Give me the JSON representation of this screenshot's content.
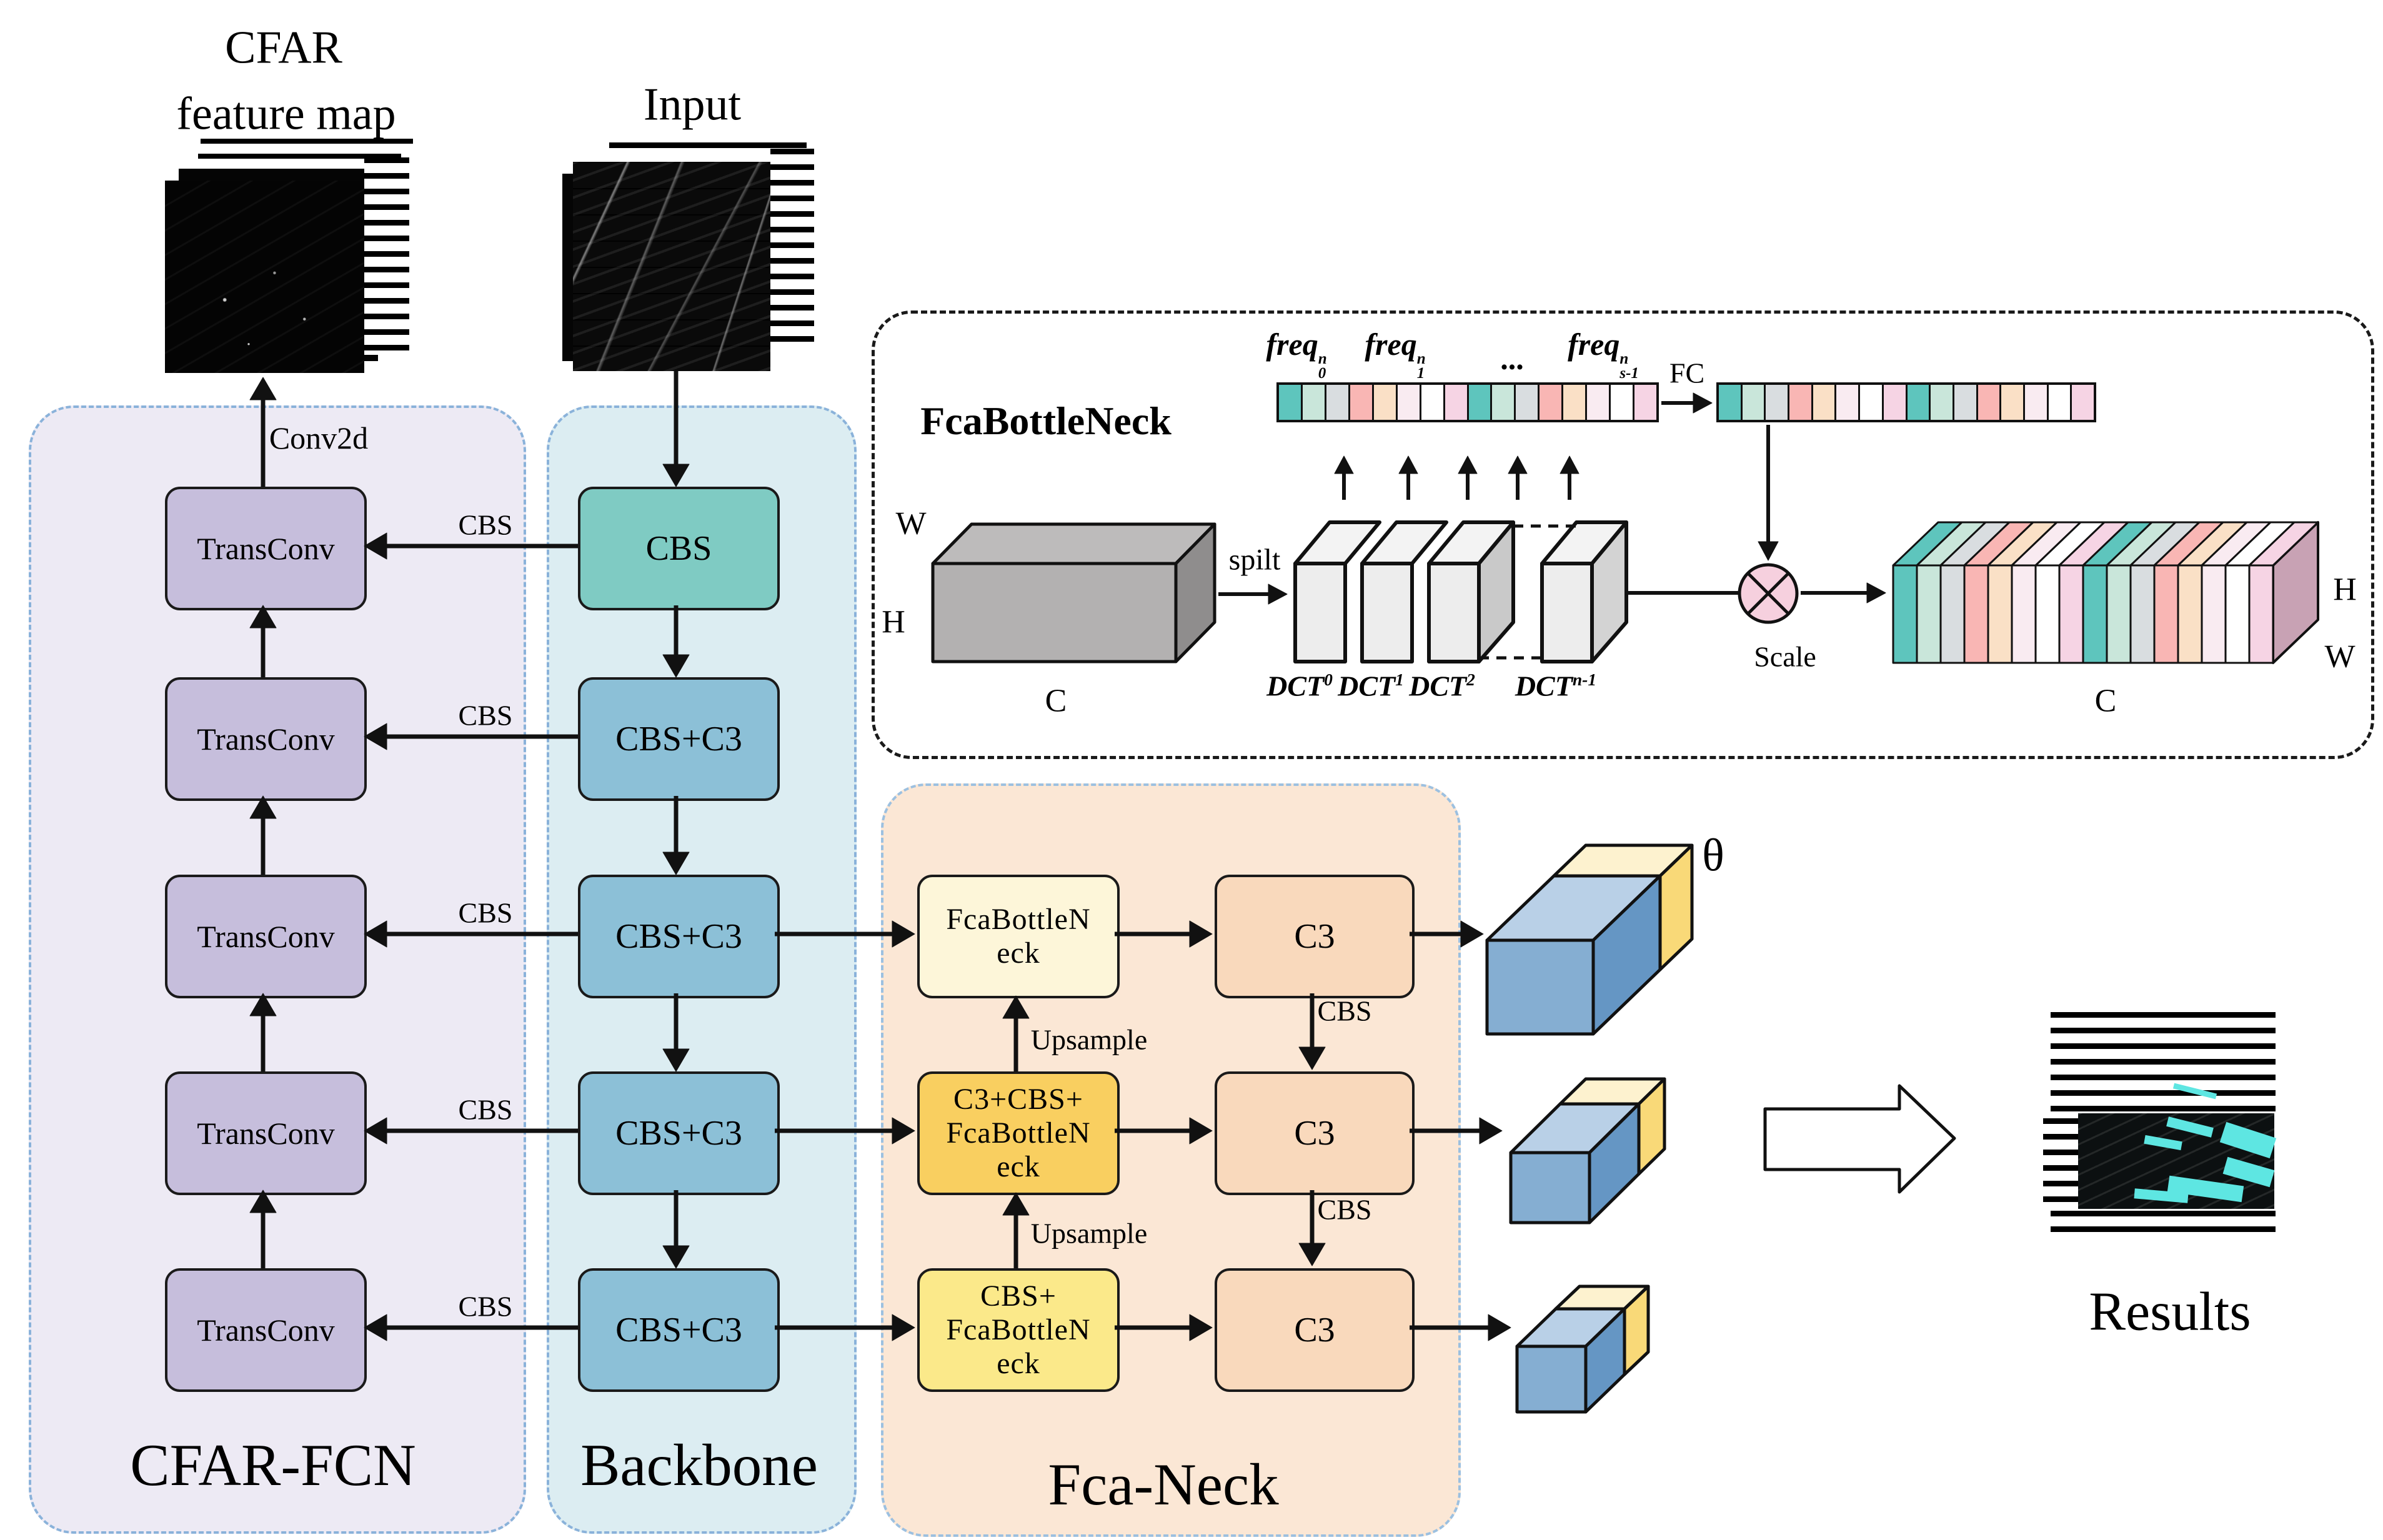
{
  "titles": {
    "cfar_line1": "CFAR",
    "cfar_line2": "feature map",
    "input": "Input",
    "results": "Results",
    "theta": "θ"
  },
  "panels": {
    "cfar_fcn": "CFAR-FCN",
    "backbone": "Backbone",
    "fca_neck": "Fca-Neck",
    "bottleneck_title": "FcaBottleNeck"
  },
  "cfar_fcn": {
    "conv2d": "Conv2d",
    "boxes": [
      "TransConv",
      "TransConv",
      "TransConv",
      "TransConv",
      "TransConv"
    ]
  },
  "backbone": {
    "boxes": [
      "CBS",
      "CBS+C3",
      "CBS+C3",
      "CBS+C3",
      "CBS+C3"
    ]
  },
  "fca_neck": {
    "col1": [
      {
        "lines": [
          "FcaBottleN",
          "eck"
        ]
      },
      {
        "lines": [
          "C3+CBS+",
          "FcaBottleN",
          "eck"
        ]
      },
      {
        "lines": [
          "CBS+",
          "FcaBottleN",
          "eck"
        ]
      }
    ],
    "col2": [
      "C3",
      "C3",
      "C3"
    ]
  },
  "labels": {
    "cbs": "CBS",
    "upsample": "Upsample",
    "fc": "FC",
    "spilt": "spilt",
    "scale": "Scale",
    "w": "W",
    "h": "H",
    "c": "C",
    "ellipsis": "...",
    "freq_base": "freq",
    "freq_sup": "n",
    "freq_sub0": "0",
    "freq_sub1": "1",
    "freq_subs": "s-1",
    "dct_base": "DCT",
    "dct_sup0": "0",
    "dct_sup1": "1",
    "dct_sup2": "2",
    "dct_supn": "n-1"
  },
  "palette": {
    "sequence": [
      "#5ec5bd",
      "#c9e6da",
      "#d9dde0",
      "#f9b6b4",
      "#fae0c6",
      "#f9ebf1",
      "#ffffff",
      "#f6d4e4"
    ],
    "teal_box": "#7fcbc3",
    "blue_box": "#8cc0d7",
    "purple_box": "#c6bedc",
    "cream_box": "#fdf6d9",
    "gold_box": "#f9cf60",
    "yellow_box": "#fbe98a",
    "orange_box": "#f9d9bc",
    "panel_cfar": "#edeaf4",
    "panel_backbone": "#dcedf2",
    "panel_neck": "#fbe7d5",
    "panel_border_blue": "#8ab2da",
    "gray_cube_front": "#b3b1b1",
    "stack_side": "#c8a2b4",
    "box3d_top": "#b9d0e7",
    "box3d_front": "#85aed2",
    "box3d_side": "#6596c4",
    "box3d_yellow": "#f9d978",
    "box3d_cream": "#fdf2cf",
    "scale_circle": "#f6d0de",
    "detection_cyan": "#5ee6e2"
  }
}
